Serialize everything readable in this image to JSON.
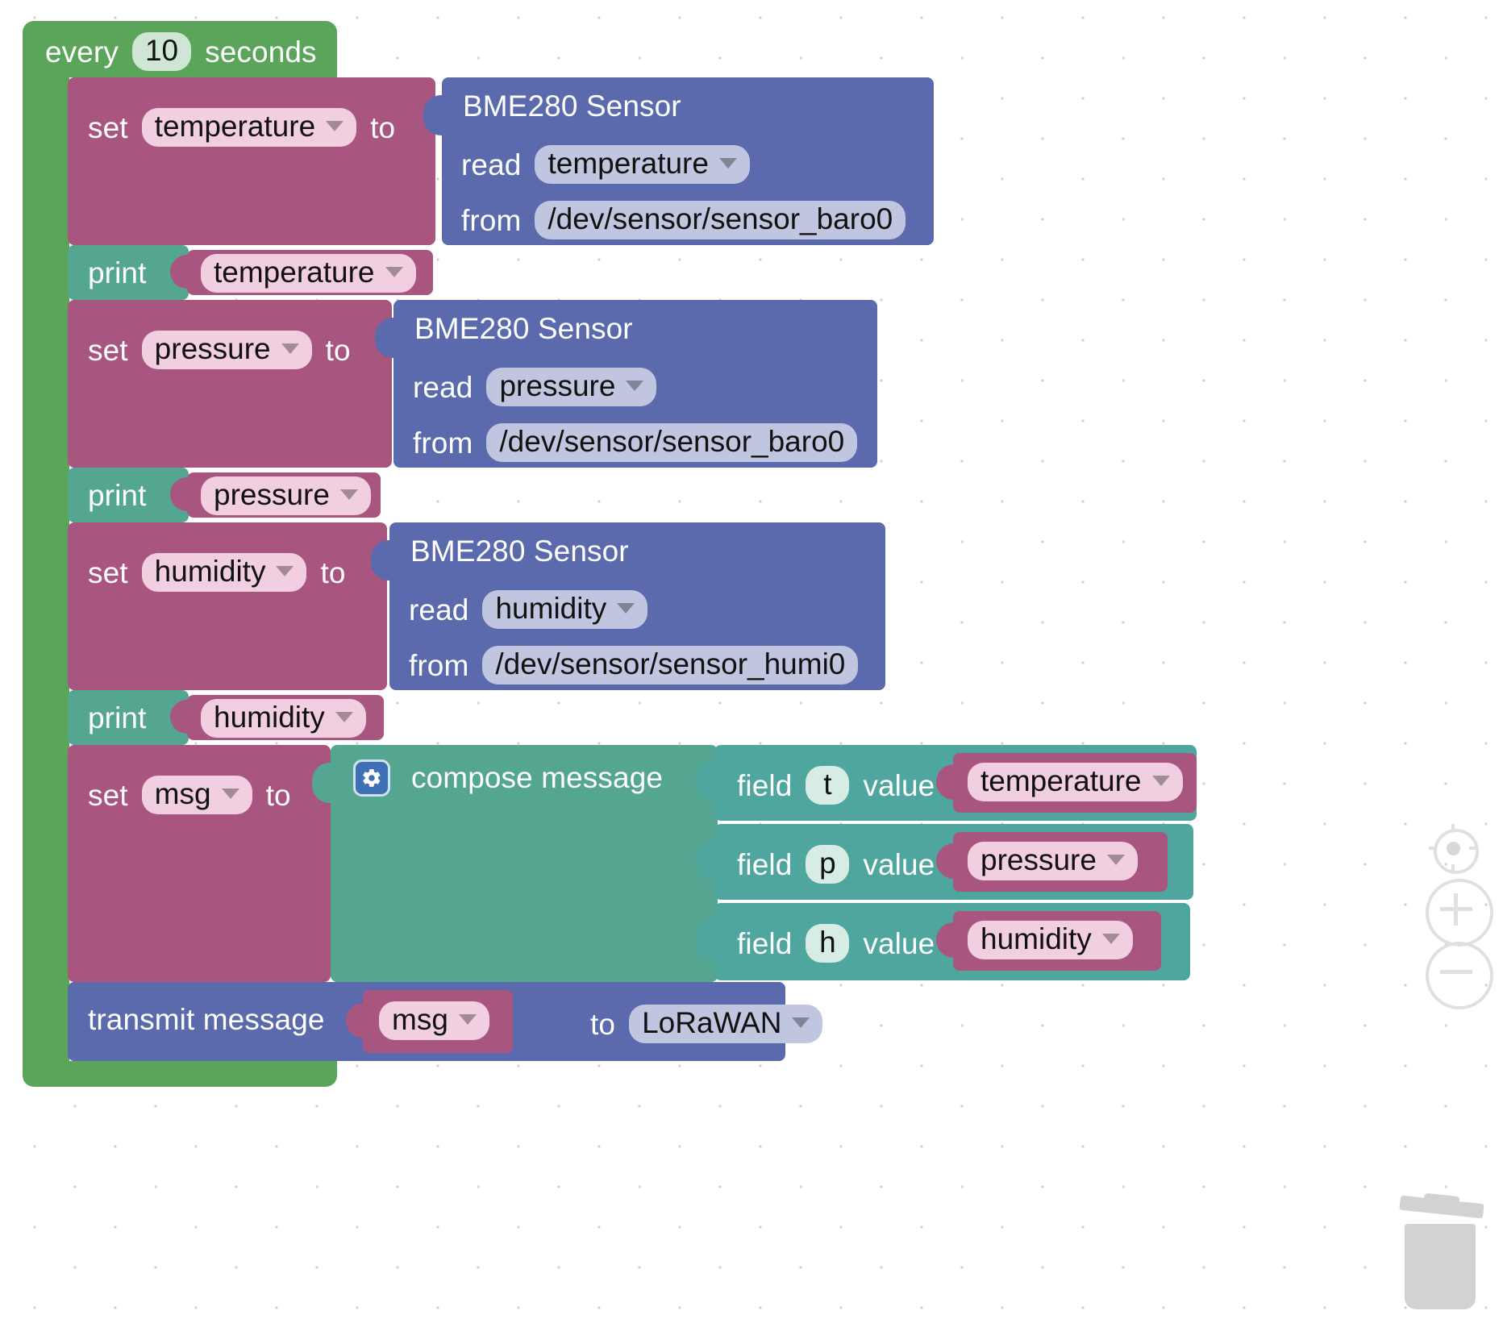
{
  "app": {
    "name": "blockly-workspace",
    "canvas_background": "#ffffff",
    "grid_dot_color": "#cfcfcf"
  },
  "colors": {
    "loop_green": "#5ba55b",
    "variable_rose": "#a8557f",
    "sensor_blue": "#5b6aad",
    "print_teal": "#54a690",
    "message_teal": "#4fa69e",
    "gear_blue": "#3f6fb5",
    "control_grey": "#e0e0e0",
    "trash_grey": "#d2d2d2"
  },
  "program": {
    "hat": {
      "prefix": "every",
      "interval": "10",
      "suffix": "seconds"
    },
    "blocks": [
      {
        "kind": "set-variable",
        "set_label": "set",
        "variable": "temperature",
        "to_label": "to",
        "value": {
          "kind": "sensor-read",
          "title": "BME280 Sensor",
          "read_label": "read",
          "read_value": "temperature",
          "from_label": "from",
          "from_value": "/dev/sensor/sensor_baro0"
        }
      },
      {
        "kind": "print",
        "print_label": "print",
        "variable": "temperature"
      },
      {
        "kind": "set-variable",
        "set_label": "set",
        "variable": "pressure",
        "to_label": "to",
        "value": {
          "kind": "sensor-read",
          "title": "BME280 Sensor",
          "read_label": "read",
          "read_value": "pressure",
          "from_label": "from",
          "from_value": "/dev/sensor/sensor_baro0"
        }
      },
      {
        "kind": "print",
        "print_label": "print",
        "variable": "pressure"
      },
      {
        "kind": "set-variable",
        "set_label": "set",
        "variable": "humidity",
        "to_label": "to",
        "value": {
          "kind": "sensor-read",
          "title": "BME280 Sensor",
          "read_label": "read",
          "read_value": "humidity",
          "from_label": "from",
          "from_value": "/dev/sensor/sensor_humi0"
        }
      },
      {
        "kind": "print",
        "print_label": "print",
        "variable": "humidity"
      },
      {
        "kind": "set-variable",
        "set_label": "set",
        "variable": "msg",
        "to_label": "to",
        "value": {
          "kind": "compose-message",
          "gear_icon": "gear-icon",
          "title": "compose message",
          "fields": [
            {
              "field_label": "field",
              "key": "t",
              "value_label": "value",
              "variable": "temperature"
            },
            {
              "field_label": "field",
              "key": "p",
              "value_label": "value",
              "variable": "pressure"
            },
            {
              "field_label": "field",
              "key": "h",
              "value_label": "value",
              "variable": "humidity"
            }
          ]
        }
      },
      {
        "kind": "transmit",
        "transmit_label": "transmit message",
        "variable": "msg",
        "to_label": "to",
        "target": "LoRaWAN"
      }
    ]
  },
  "controls": {
    "center_icon": "center-target-icon",
    "zoom_in_icon": "zoom-in-icon",
    "zoom_out_icon": "zoom-out-icon",
    "trash_icon": "trash-icon"
  }
}
